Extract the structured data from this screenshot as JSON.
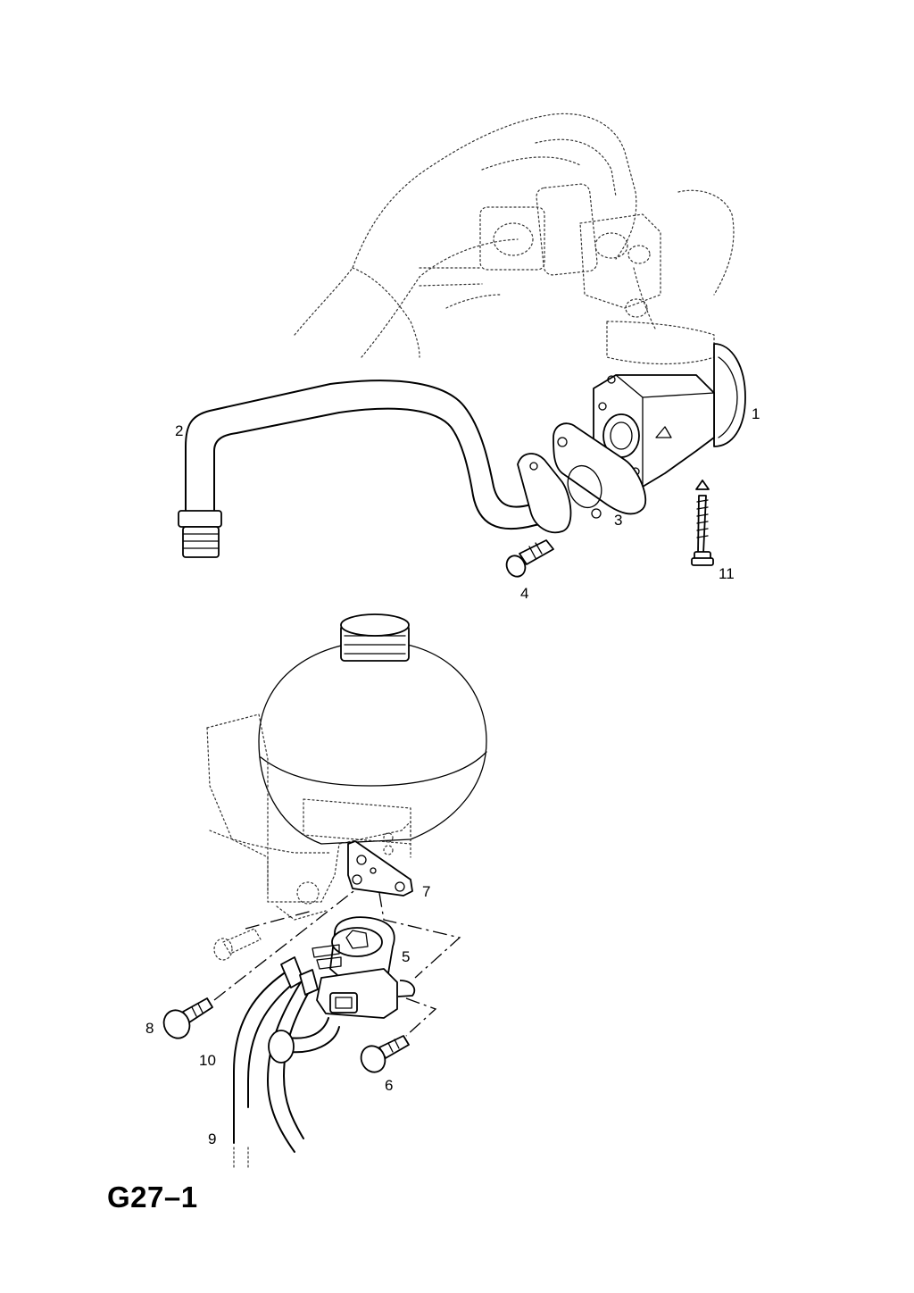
{
  "diagram": {
    "sheet_id": "G27–1",
    "callouts": [
      {
        "id": "1",
        "label": "1"
      },
      {
        "id": "2",
        "label": "2"
      },
      {
        "id": "3",
        "label": "3"
      },
      {
        "id": "4",
        "label": "4"
      },
      {
        "id": "5",
        "label": "5"
      },
      {
        "id": "6",
        "label": "6"
      },
      {
        "id": "7",
        "label": "7"
      },
      {
        "id": "8",
        "label": "8"
      },
      {
        "id": "9",
        "label": "9"
      },
      {
        "id": "10",
        "label": "10"
      },
      {
        "id": "11",
        "label": "11"
      }
    ]
  }
}
